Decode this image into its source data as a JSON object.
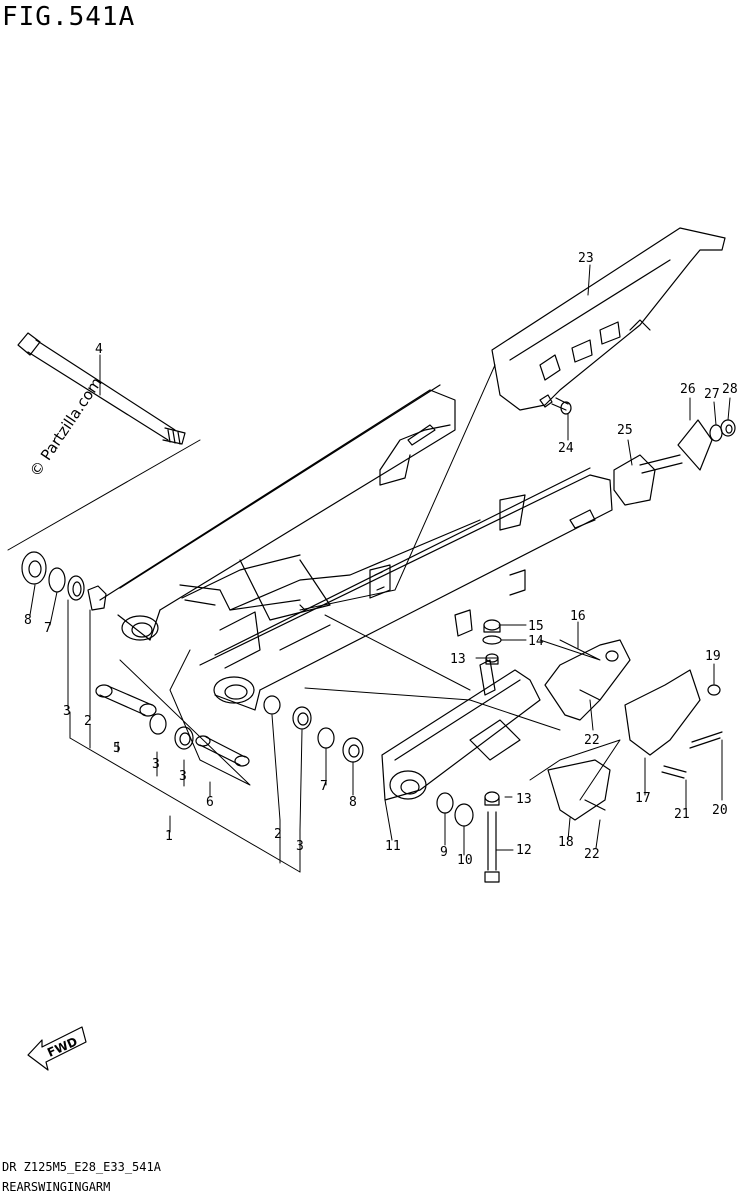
{
  "figure": {
    "title": "FIG.541A",
    "footer_code": "DR Z125M5_E28_E33_541A",
    "footer_name": "REARSWINGINGARM",
    "watermark": "© Partzilla.com",
    "direction_label": "FWD"
  },
  "callouts": [
    {
      "id": "c1",
      "text": "1"
    },
    {
      "id": "c2a",
      "text": "2"
    },
    {
      "id": "c2b",
      "text": "2"
    },
    {
      "id": "c3a",
      "text": "3"
    },
    {
      "id": "c3b",
      "text": "3"
    },
    {
      "id": "c3c",
      "text": "3"
    },
    {
      "id": "c3d",
      "text": "3"
    },
    {
      "id": "c4",
      "text": "4"
    },
    {
      "id": "c5",
      "text": "5"
    },
    {
      "id": "c6",
      "text": "6"
    },
    {
      "id": "c7a",
      "text": "7"
    },
    {
      "id": "c7b",
      "text": "7"
    },
    {
      "id": "c8a",
      "text": "8"
    },
    {
      "id": "c8b",
      "text": "8"
    },
    {
      "id": "c9",
      "text": "9"
    },
    {
      "id": "c10",
      "text": "10"
    },
    {
      "id": "c11",
      "text": "11"
    },
    {
      "id": "c12",
      "text": "12"
    },
    {
      "id": "c13a",
      "text": "13"
    },
    {
      "id": "c13b",
      "text": "13"
    },
    {
      "id": "c14",
      "text": "14"
    },
    {
      "id": "c15",
      "text": "15"
    },
    {
      "id": "c16",
      "text": "16"
    },
    {
      "id": "c17",
      "text": "17"
    },
    {
      "id": "c18",
      "text": "18"
    },
    {
      "id": "c19",
      "text": "19"
    },
    {
      "id": "c20",
      "text": "20"
    },
    {
      "id": "c21",
      "text": "21"
    },
    {
      "id": "c22a",
      "text": "22"
    },
    {
      "id": "c22b",
      "text": "22"
    },
    {
      "id": "c23",
      "text": "23"
    },
    {
      "id": "c24",
      "text": "24"
    },
    {
      "id": "c25",
      "text": "25"
    },
    {
      "id": "c26",
      "text": "26"
    },
    {
      "id": "c27",
      "text": "27"
    },
    {
      "id": "c28",
      "text": "28"
    }
  ]
}
